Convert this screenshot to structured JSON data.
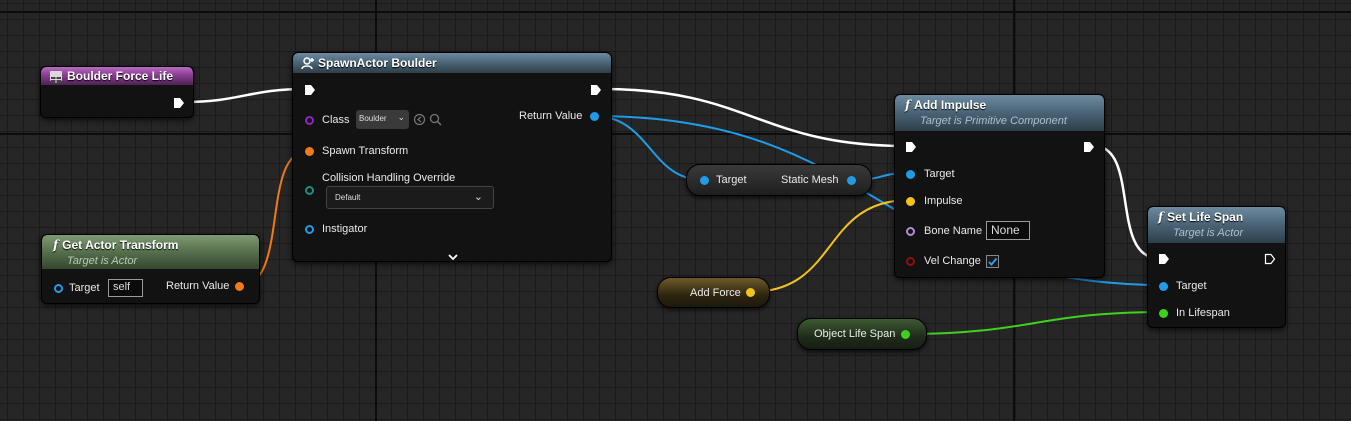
{
  "colors": {
    "exec": "#ffffff",
    "object_pin": "#1f9ce8",
    "transform_pin": "#f07a17",
    "vector_pin": "#f3c21f",
    "float_pin": "#3fd11e",
    "class_pin": "#8a27c8",
    "name_pin": "#b38cd6",
    "bool_pin": "#8f0f0f",
    "struct_teal_pin": "#1c8f86"
  },
  "nodes": {
    "event": {
      "title": "Boulder Force Life"
    },
    "get_actor_transform": {
      "title": "Get Actor Transform",
      "subtitle": "Target is Actor",
      "target_label": "Target",
      "target_value": "self",
      "return_label": "Return Value"
    },
    "spawn_actor": {
      "title": "SpawnActor Boulder",
      "class_label": "Class",
      "class_value": "Boulder",
      "spawn_transform_label": "Spawn Transform",
      "collision_label": "Collision Handling Override",
      "collision_value": "Default",
      "instigator_label": "Instigator",
      "return_label": "Return Value"
    },
    "static_mesh_getter": {
      "target_label": "Target",
      "output_label": "Static Mesh"
    },
    "add_force_var": {
      "label": "Add Force"
    },
    "object_life_span_var": {
      "label": "Object Life Span"
    },
    "add_impulse": {
      "title": "Add Impulse",
      "subtitle": "Target is Primitive Component",
      "target_label": "Target",
      "impulse_label": "Impulse",
      "bone_name_label": "Bone Name",
      "bone_name_value": "None",
      "vel_change_label": "Vel Change",
      "vel_change_checked": true
    },
    "set_life_span": {
      "title": "Set Life Span",
      "subtitle": "Target is Actor",
      "target_label": "Target",
      "in_lifespan_label": "In Lifespan"
    }
  }
}
